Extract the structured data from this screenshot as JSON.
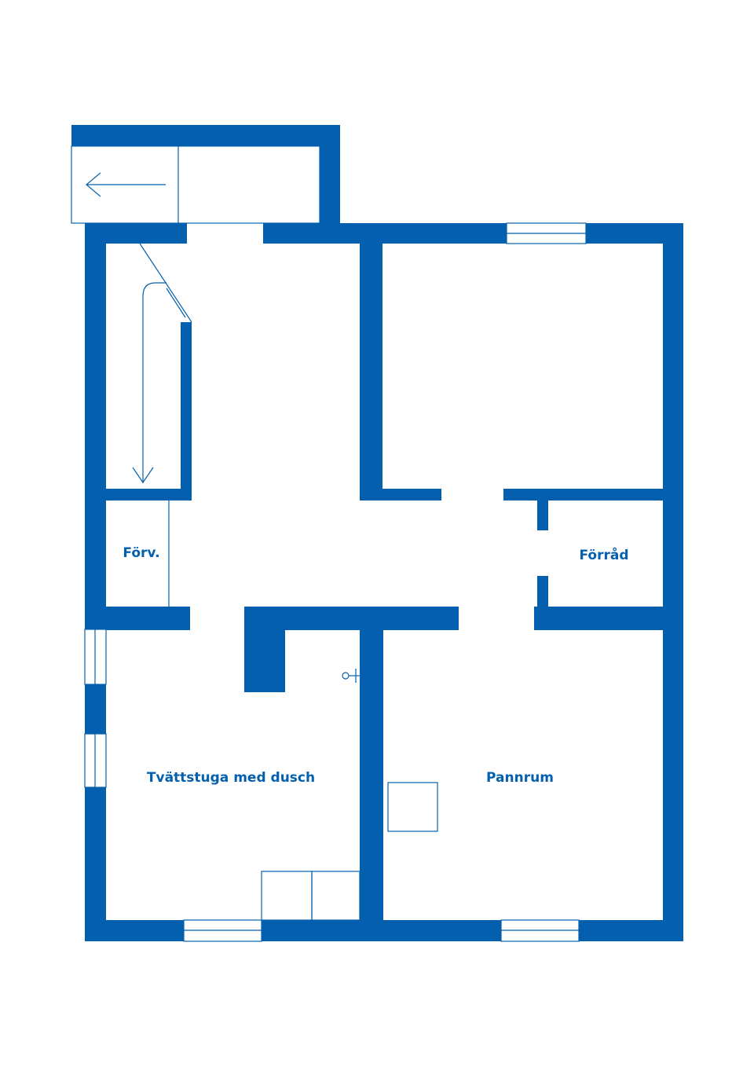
{
  "colors": {
    "wall": "#0460AE",
    "background": "#FFFFFF"
  },
  "rooms": {
    "forv": "Förv.",
    "forrad": "Förråd",
    "tvattstuga": "Tvättstuga med dusch",
    "pannrum": "Pannrum"
  },
  "symbols": {
    "stair_arrow": "arrow-down-icon",
    "entrance_arrow": "arrow-left-icon",
    "tap": "tap-icon"
  }
}
